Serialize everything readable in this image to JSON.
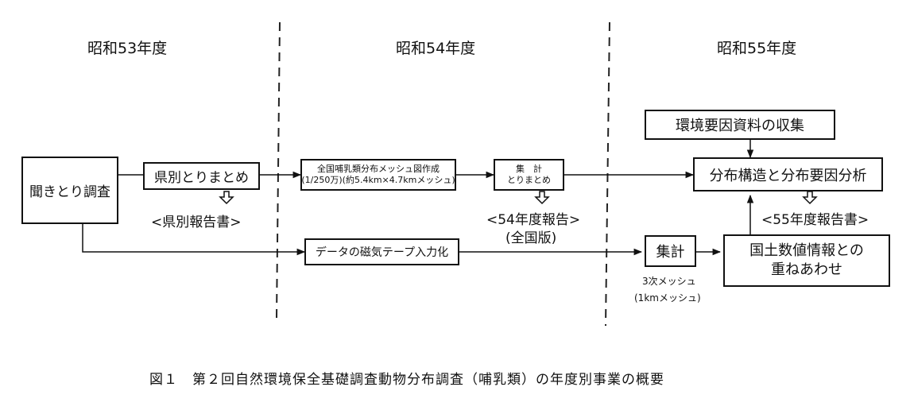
{
  "years": [
    "昭和53年度",
    "昭和54年度",
    "昭和55年度"
  ],
  "boxes": {
    "kikitori": "聞きとり調査",
    "kenbetsu": "県別とりまとめ",
    "mesh_line1": "全国哺乳類分布メッシュ図作成",
    "mesh_line2": "(1/250万)(約5.4km×4.7kmメッシュ)",
    "shukei1_line1": "集　計",
    "shukei1_line2": "とりまとめ",
    "data_tape": "データの磁気テープ入力化",
    "kankyo": "環境要因資料の収集",
    "bunpu": "分布構造と分布要因分析",
    "shukei2": "集計",
    "kokudo_line1": "国土数値情報との",
    "kokudo_line2": "重ねあわせ"
  },
  "reports": {
    "kenbetsu": "<県別報告書>",
    "r54_line1": "<54年度報告>",
    "r54_line2": "(全国版)",
    "r55": "<55年度報告書>"
  },
  "notes": {
    "mesh3_line1": "3次メッシュ",
    "mesh3_line2": "(1kmメッシュ)"
  },
  "caption": "図１　第２回自然環境保全基礎調査動物分布調査（哺乳類）の年度別事業の概要"
}
